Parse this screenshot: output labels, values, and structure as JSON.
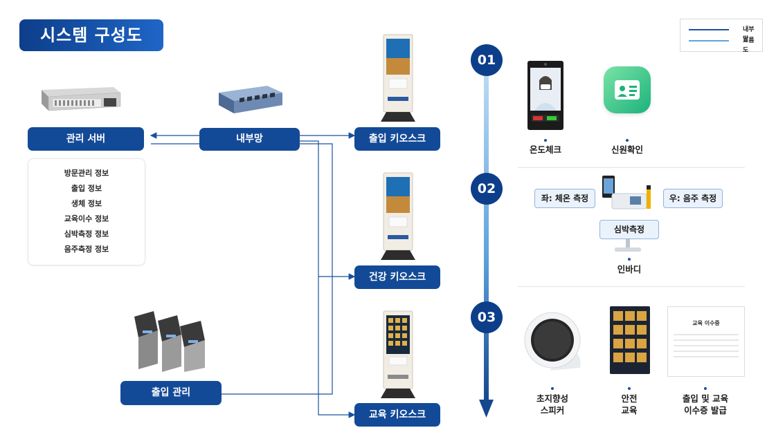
{
  "title": "시스템 구성도",
  "legend": [
    {
      "label": "내부망",
      "color": "#1b4f9e"
    },
    {
      "label": "흐름도",
      "color": "#5ea3de"
    }
  ],
  "nodes": {
    "server": "관리 서버",
    "internal": "내부망",
    "entry_kiosk": "출입 키오스크",
    "health_kiosk": "건강 키오스크",
    "edu_kiosk": "교육 키오스크",
    "gate": "출입 관리"
  },
  "server_info": [
    "방문관리 정보",
    "출입 정보",
    "생체 정보",
    "교육이수 정보",
    "심박측정 정보",
    "음주측정 정보"
  ],
  "steps": [
    {
      "number": "01",
      "items": [
        "온도체크",
        "신원확인"
      ]
    },
    {
      "number": "02",
      "left_tag": "좌: 체온 측정",
      "right_tag": "우: 음주 측정",
      "center_tag": "심박측정",
      "item": "인바디"
    },
    {
      "number": "03",
      "items": [
        "초지향성\n스피커",
        "안전\n교육",
        "출입 및 교육\n이수증 발급"
      ]
    }
  ],
  "device_texts": {
    "cert_title": "교육 이수증"
  },
  "colors": {
    "primary": "#134a97",
    "accent": "#1f66c7",
    "flow_light": "#a8cdee"
  }
}
